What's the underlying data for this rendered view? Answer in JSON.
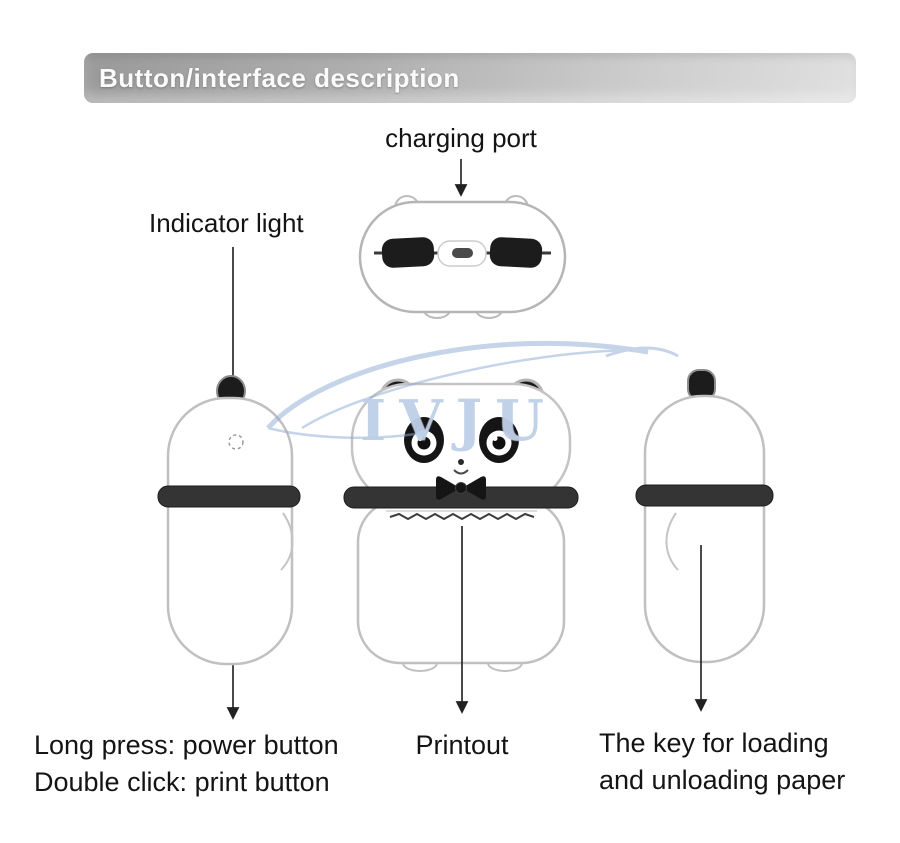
{
  "header": {
    "title": "Button/interface description"
  },
  "annotations": {
    "charging_port": "charging port",
    "indicator_light": "Indicator light",
    "power_button": [
      "Long press: power button",
      "Double click: print button"
    ],
    "printout": "Printout",
    "paper_key": [
      "The key for loading",
      "and unloading paper"
    ]
  },
  "watermark": "IVJU",
  "colors": {
    "banner_gray": "#ababab",
    "device_black": "#1c1c1c",
    "device_outline": "#c0c0c0",
    "band_gray": "#343434",
    "arrow_black": "#2a2a2a",
    "watermark_blue": "#8cabd5"
  }
}
